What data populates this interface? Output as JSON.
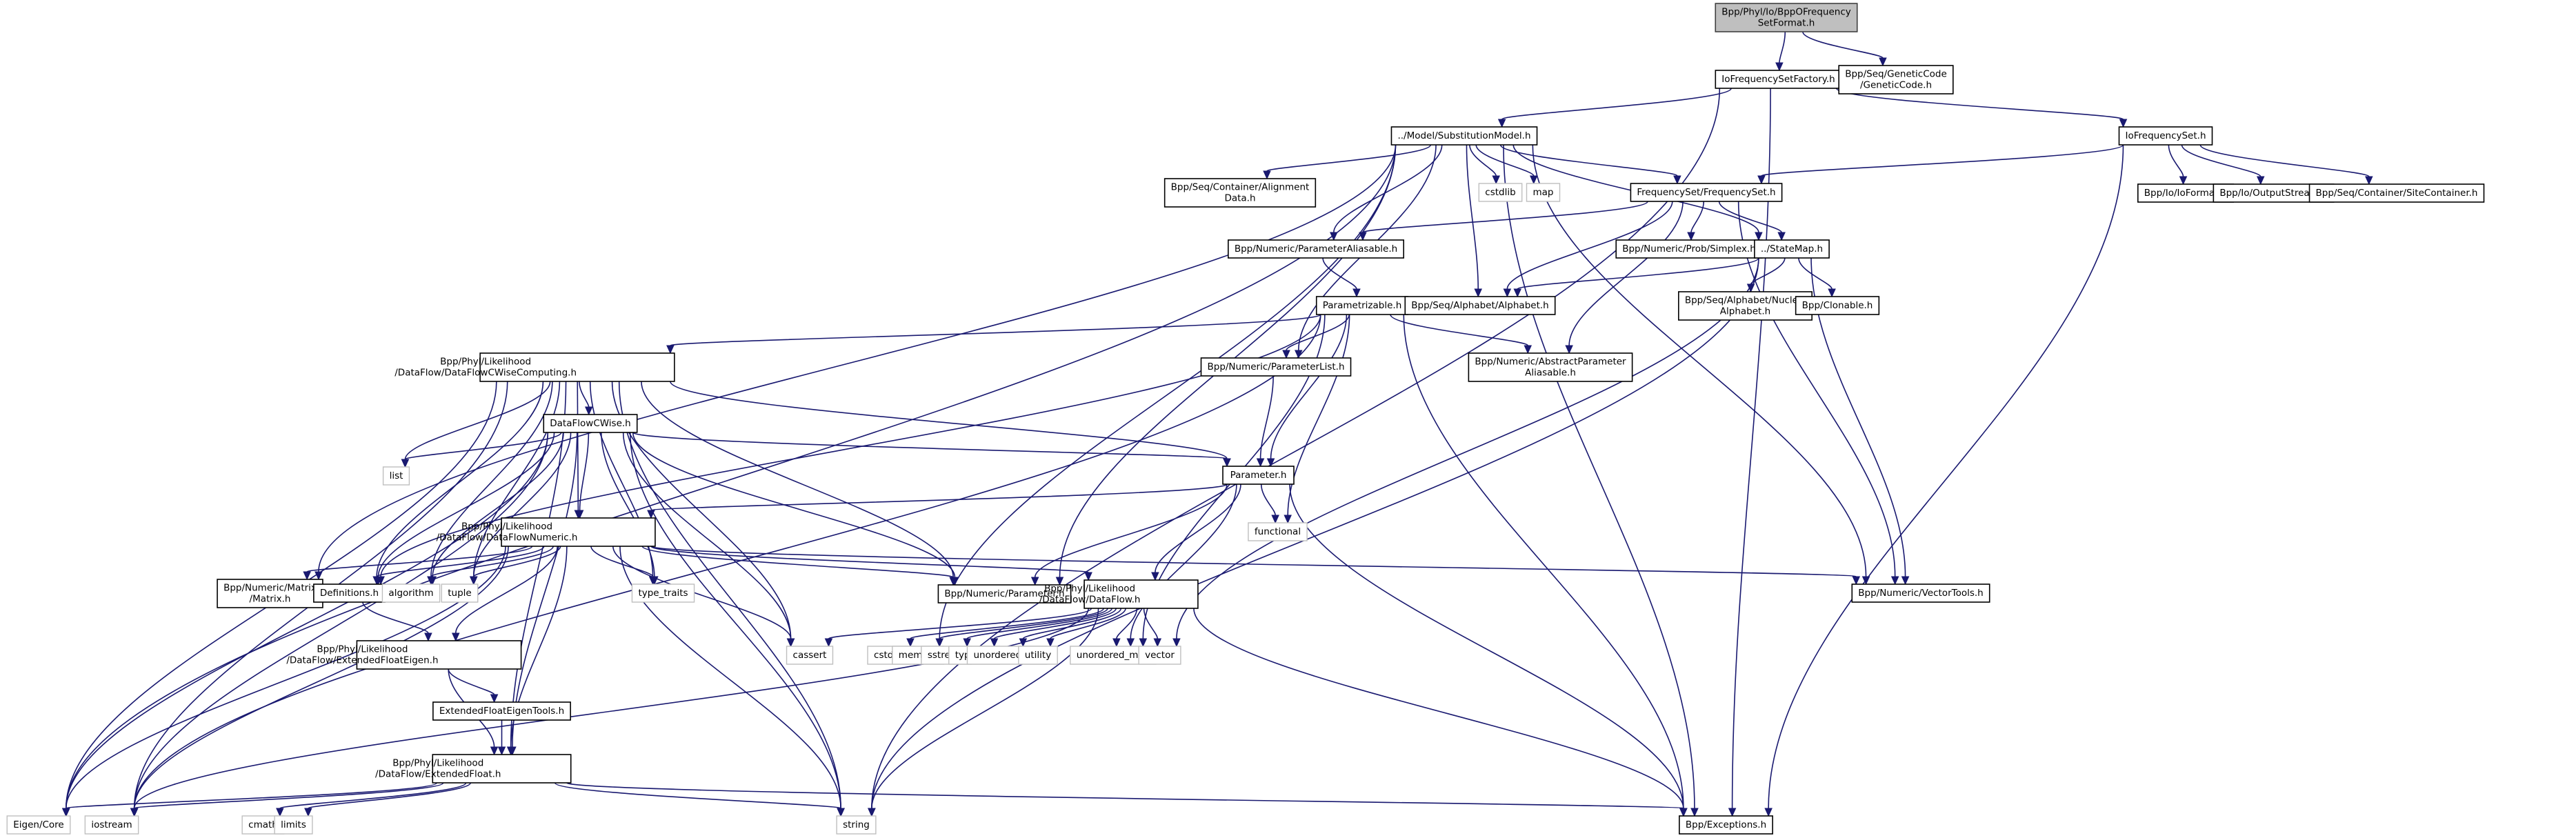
{
  "title": "Include dependency graph for BppOFrequencySetFormat.h",
  "colors": {
    "edge": "#191970",
    "root_fill": "#bfbfbf",
    "node_border": "#000000",
    "external_border": "#bfbfbf"
  },
  "nodes": [
    {
      "id": "root",
      "lines": [
        "Bpp/Phyl/Io/BppOFrequency",
        "SetFormat.h"
      ],
      "kind": "root"
    },
    {
      "id": "iofsfactory",
      "lines": [
        "IoFrequencySetFactory.h"
      ],
      "kind": "file"
    },
    {
      "id": "geneticcode",
      "lines": [
        "Bpp/Seq/GeneticCode",
        "/GeneticCode.h"
      ],
      "kind": "file"
    },
    {
      "id": "submodel",
      "lines": [
        "../Model/SubstitutionModel.h"
      ],
      "kind": "file"
    },
    {
      "id": "iofs",
      "lines": [
        "IoFrequencySet.h"
      ],
      "kind": "file"
    },
    {
      "id": "cstdlib",
      "lines": [
        "cstdlib"
      ],
      "kind": "external"
    },
    {
      "id": "map",
      "lines": [
        "map"
      ],
      "kind": "external"
    },
    {
      "id": "freqset",
      "lines": [
        "FrequencySet/FrequencySet.h"
      ],
      "kind": "file"
    },
    {
      "id": "ioformat",
      "lines": [
        "Bpp/Io/IoFormat.h"
      ],
      "kind": "file"
    },
    {
      "id": "outputstream",
      "lines": [
        "Bpp/Io/OutputStream.h"
      ],
      "kind": "file"
    },
    {
      "id": "sitecontainer",
      "lines": [
        "Bpp/Seq/Container/SiteContainer.h"
      ],
      "kind": "file"
    },
    {
      "id": "alignmentdata",
      "lines": [
        "Bpp/Seq/Container/Alignment",
        "Data.h"
      ],
      "kind": "file"
    },
    {
      "id": "paramaliasable",
      "lines": [
        "Bpp/Numeric/ParameterAliasable.h"
      ],
      "kind": "file"
    },
    {
      "id": "simplex",
      "lines": [
        "Bpp/Numeric/Prob/Simplex.h"
      ],
      "kind": "file"
    },
    {
      "id": "statemap",
      "lines": [
        "../StateMap.h"
      ],
      "kind": "file"
    },
    {
      "id": "parametrizable",
      "lines": [
        "Parametrizable.h"
      ],
      "kind": "file"
    },
    {
      "id": "alphabet",
      "lines": [
        "Bpp/Seq/Alphabet/Alphabet.h"
      ],
      "kind": "file"
    },
    {
      "id": "nucleic",
      "lines": [
        "Bpp/Seq/Alphabet/Nucleic",
        "Alphabet.h"
      ],
      "kind": "file"
    },
    {
      "id": "clonable",
      "lines": [
        "Bpp/Clonable.h"
      ],
      "kind": "file"
    },
    {
      "id": "dfcwisecomp",
      "lines": [
        "Bpp/Phyl/Likelihood",
        "/DataFlow/DataFlowCWiseComputing.h"
      ],
      "kind": "file",
      "align": "left"
    },
    {
      "id": "paramlist",
      "lines": [
        "Bpp/Numeric/ParameterList.h"
      ],
      "kind": "file"
    },
    {
      "id": "absparamaliasable",
      "lines": [
        "Bpp/Numeric/AbstractParameter",
        "Aliasable.h"
      ],
      "kind": "file"
    },
    {
      "id": "dfcwise",
      "lines": [
        "DataFlowCWise.h"
      ],
      "kind": "file"
    },
    {
      "id": "list",
      "lines": [
        "list"
      ],
      "kind": "external"
    },
    {
      "id": "parameter",
      "lines": [
        "Parameter.h"
      ],
      "kind": "file"
    },
    {
      "id": "functional",
      "lines": [
        "functional"
      ],
      "kind": "external"
    },
    {
      "id": "dfnumeric",
      "lines": [
        "Bpp/Phyl/Likelihood",
        "/DataFlow/DataFlowNumeric.h"
      ],
      "kind": "file",
      "align": "left"
    },
    {
      "id": "matrix",
      "lines": [
        "Bpp/Numeric/Matrix",
        "/Matrix.h"
      ],
      "kind": "file"
    },
    {
      "id": "definitions",
      "lines": [
        "Definitions.h"
      ],
      "kind": "file"
    },
    {
      "id": "algorithm",
      "lines": [
        "algorithm"
      ],
      "kind": "external"
    },
    {
      "id": "tuple",
      "lines": [
        "tuple"
      ],
      "kind": "external"
    },
    {
      "id": "typetraits",
      "lines": [
        "type_traits"
      ],
      "kind": "external"
    },
    {
      "id": "numparameter",
      "lines": [
        "Bpp/Numeric/Parameter.h"
      ],
      "kind": "file"
    },
    {
      "id": "dataflow",
      "lines": [
        "Bpp/Phyl/Likelihood",
        "/DataFlow/DataFlow.h"
      ],
      "kind": "file",
      "align": "left"
    },
    {
      "id": "vectortools",
      "lines": [
        "Bpp/Numeric/VectorTools.h"
      ],
      "kind": "file"
    },
    {
      "id": "extfloateigen",
      "lines": [
        "Bpp/Phyl/Likelihood",
        "/DataFlow/ExtendedFloatEigen.h"
      ],
      "kind": "file",
      "align": "left"
    },
    {
      "id": "cassert",
      "lines": [
        "cassert"
      ],
      "kind": "external"
    },
    {
      "id": "cstddef",
      "lines": [
        "cstddef"
      ],
      "kind": "external"
    },
    {
      "id": "memory",
      "lines": [
        "memory"
      ],
      "kind": "external"
    },
    {
      "id": "sstream",
      "lines": [
        "sstream"
      ],
      "kind": "external"
    },
    {
      "id": "typeinfo",
      "lines": [
        "typeinfo"
      ],
      "kind": "external"
    },
    {
      "id": "unorderedset",
      "lines": [
        "unordered_set"
      ],
      "kind": "external"
    },
    {
      "id": "utility",
      "lines": [
        "utility"
      ],
      "kind": "external"
    },
    {
      "id": "unorderedmap",
      "lines": [
        "unordered_map"
      ],
      "kind": "external"
    },
    {
      "id": "vector",
      "lines": [
        "vector"
      ],
      "kind": "external"
    },
    {
      "id": "extfloateigentools",
      "lines": [
        "ExtendedFloatEigenTools.h"
      ],
      "kind": "file"
    },
    {
      "id": "extfloat",
      "lines": [
        "Bpp/Phyl/Likelihood",
        "/DataFlow/ExtendedFloat.h"
      ],
      "kind": "file",
      "align": "left"
    },
    {
      "id": "eigencore",
      "lines": [
        "Eigen/Core"
      ],
      "kind": "external"
    },
    {
      "id": "iostream",
      "lines": [
        "iostream"
      ],
      "kind": "external"
    },
    {
      "id": "cmath",
      "lines": [
        "cmath"
      ],
      "kind": "external"
    },
    {
      "id": "limits",
      "lines": [
        "limits"
      ],
      "kind": "external"
    },
    {
      "id": "string",
      "lines": [
        "string"
      ],
      "kind": "external"
    },
    {
      "id": "exceptions",
      "lines": [
        "Bpp/Exceptions.h"
      ],
      "kind": "file"
    }
  ],
  "edges": [
    [
      "root",
      "iofsfactory"
    ],
    [
      "root",
      "geneticcode"
    ],
    [
      "iofsfactory",
      "submodel"
    ],
    [
      "iofsfactory",
      "iofs"
    ],
    [
      "iofsfactory",
      "exceptions"
    ],
    [
      "iofsfactory",
      "string"
    ],
    [
      "submodel",
      "cstdlib"
    ],
    [
      "submodel",
      "map"
    ],
    [
      "submodel",
      "freqset"
    ],
    [
      "submodel",
      "statemap"
    ],
    [
      "submodel",
      "alignmentdata"
    ],
    [
      "submodel",
      "paramaliasable"
    ],
    [
      "submodel",
      "alphabet"
    ],
    [
      "submodel",
      "paramlist"
    ],
    [
      "submodel",
      "numparameter"
    ],
    [
      "submodel",
      "matrix"
    ],
    [
      "submodel",
      "eigencore"
    ],
    [
      "submodel",
      "vectortools"
    ],
    [
      "submodel",
      "exceptions"
    ],
    [
      "submodel",
      "memory"
    ],
    [
      "iofs",
      "freqset"
    ],
    [
      "iofs",
      "ioformat"
    ],
    [
      "iofs",
      "outputstream"
    ],
    [
      "iofs",
      "sitecontainer"
    ],
    [
      "iofs",
      "exceptions"
    ],
    [
      "freqset",
      "paramaliasable"
    ],
    [
      "freqset",
      "simplex"
    ],
    [
      "freqset",
      "statemap"
    ],
    [
      "freqset",
      "alphabet"
    ],
    [
      "freqset",
      "absparamaliasable"
    ],
    [
      "freqset",
      "vectortools"
    ],
    [
      "paramaliasable",
      "parametrizable"
    ],
    [
      "statemap",
      "alphabet"
    ],
    [
      "statemap",
      "nucleic"
    ],
    [
      "statemap",
      "clonable"
    ],
    [
      "statemap",
      "vectortools"
    ],
    [
      "statemap",
      "vector"
    ],
    [
      "statemap",
      "string"
    ],
    [
      "parametrizable",
      "dfcwisecomp"
    ],
    [
      "parametrizable",
      "paramlist"
    ],
    [
      "parametrizable",
      "absparamaliasable"
    ],
    [
      "parametrizable",
      "parameter"
    ],
    [
      "parametrizable",
      "functional"
    ],
    [
      "parametrizable",
      "unorderedmap"
    ],
    [
      "parametrizable",
      "exceptions"
    ],
    [
      "parametrizable",
      "iostream"
    ],
    [
      "parametrizable",
      "definitions"
    ],
    [
      "dfcwisecomp",
      "dfcwise"
    ],
    [
      "dfcwisecomp",
      "dfnumeric"
    ],
    [
      "dfcwisecomp",
      "parameter"
    ],
    [
      "dfcwisecomp",
      "list"
    ],
    [
      "dfcwisecomp",
      "definitions"
    ],
    [
      "dfcwisecomp",
      "algorithm"
    ],
    [
      "dfcwisecomp",
      "tuple"
    ],
    [
      "dfcwisecomp",
      "typetraits"
    ],
    [
      "dfcwisecomp",
      "numparameter"
    ],
    [
      "dfcwisecomp",
      "cassert"
    ],
    [
      "dfcwisecomp",
      "string"
    ],
    [
      "dfcwisecomp",
      "eigencore"
    ],
    [
      "dfcwisecomp",
      "iostream"
    ],
    [
      "dfcwisecomp",
      "extfloat"
    ],
    [
      "paramlist",
      "parameter"
    ],
    [
      "dfcwise",
      "list"
    ],
    [
      "dfcwise",
      "parameter"
    ],
    [
      "dfcwise",
      "dfnumeric"
    ],
    [
      "dfcwise",
      "definitions"
    ],
    [
      "dfcwise",
      "algorithm"
    ],
    [
      "dfcwise",
      "tuple"
    ],
    [
      "dfcwise",
      "typetraits"
    ],
    [
      "dfcwise",
      "numparameter"
    ],
    [
      "dfcwise",
      "cassert"
    ],
    [
      "dfcwise",
      "string"
    ],
    [
      "dfcwise",
      "eigencore"
    ],
    [
      "dfcwise",
      "iostream"
    ],
    [
      "dfcwise",
      "extfloat"
    ],
    [
      "parameter",
      "dfnumeric"
    ],
    [
      "parameter",
      "numparameter"
    ],
    [
      "parameter",
      "dataflow"
    ],
    [
      "parameter",
      "functional"
    ],
    [
      "parameter",
      "unorderedmap"
    ],
    [
      "parameter",
      "exceptions"
    ],
    [
      "dfnumeric",
      "matrix"
    ],
    [
      "dfnumeric",
      "definitions"
    ],
    [
      "dfnumeric",
      "algorithm"
    ],
    [
      "dfnumeric",
      "tuple"
    ],
    [
      "dfnumeric",
      "typetraits"
    ],
    [
      "dfnumeric",
      "numparameter"
    ],
    [
      "dfnumeric",
      "dataflow"
    ],
    [
      "dfnumeric",
      "vectortools"
    ],
    [
      "dfnumeric",
      "extfloateigen"
    ],
    [
      "dfnumeric",
      "extfloat"
    ],
    [
      "dfnumeric",
      "cassert"
    ],
    [
      "dfnumeric",
      "string"
    ],
    [
      "dfnumeric",
      "eigencore"
    ],
    [
      "dfnumeric",
      "iostream"
    ],
    [
      "definitions",
      "extfloateigen"
    ],
    [
      "dataflow",
      "cassert"
    ],
    [
      "dataflow",
      "cstddef"
    ],
    [
      "dataflow",
      "memory"
    ],
    [
      "dataflow",
      "sstream"
    ],
    [
      "dataflow",
      "typeinfo"
    ],
    [
      "dataflow",
      "unorderedset"
    ],
    [
      "dataflow",
      "utility"
    ],
    [
      "dataflow",
      "unorderedmap"
    ],
    [
      "dataflow",
      "vector"
    ],
    [
      "dataflow",
      "string"
    ],
    [
      "dataflow",
      "exceptions"
    ],
    [
      "dataflow",
      "iostream"
    ],
    [
      "extfloateigen",
      "extfloateigentools"
    ],
    [
      "extfloateigen",
      "extfloat"
    ],
    [
      "extfloateigentools",
      "extfloat"
    ],
    [
      "extfloat",
      "eigencore"
    ],
    [
      "extfloat",
      "iostream"
    ],
    [
      "extfloat",
      "cmath"
    ],
    [
      "extfloat",
      "limits"
    ],
    [
      "extfloat",
      "string"
    ],
    [
      "extfloat",
      "exceptions"
    ]
  ]
}
